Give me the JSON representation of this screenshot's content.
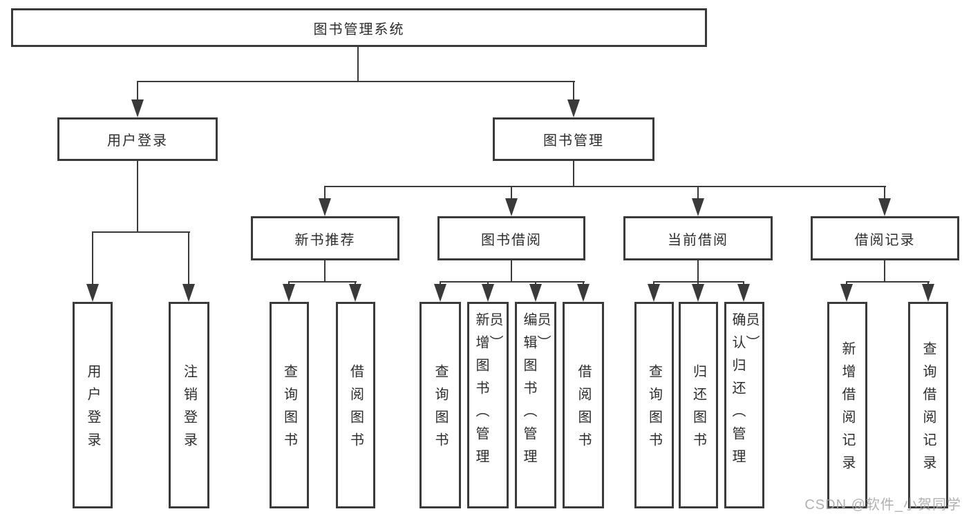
{
  "tree": {
    "root": {
      "label": "图书管理系统"
    },
    "level2": [
      {
        "label": "用户登录",
        "children": [
          "用户登录",
          "注销登录"
        ]
      },
      {
        "label": "图书管理"
      }
    ],
    "level3": [
      {
        "label": "新书推荐",
        "children": [
          "查询图书",
          "借阅图书"
        ]
      },
      {
        "label": "图书借阅",
        "children": [
          "查询图书",
          "新增图书（管理员）",
          "编辑图书（管理员）",
          "借阅图书"
        ]
      },
      {
        "label": "当前借阅",
        "children": [
          "查询图书",
          "归还图书",
          "确认归还（管理员）"
        ]
      },
      {
        "label": "借阅记录",
        "children": [
          "新增借阅记录",
          "查询借阅记录"
        ]
      }
    ]
  },
  "watermark": "CSDN @软件_小贺同学",
  "colors": {
    "line": "#3a3a3a",
    "text": "#2d2d2d",
    "box_background": "#ffffff",
    "page_background": "#ffffff",
    "watermark": "#a8a8a8"
  }
}
